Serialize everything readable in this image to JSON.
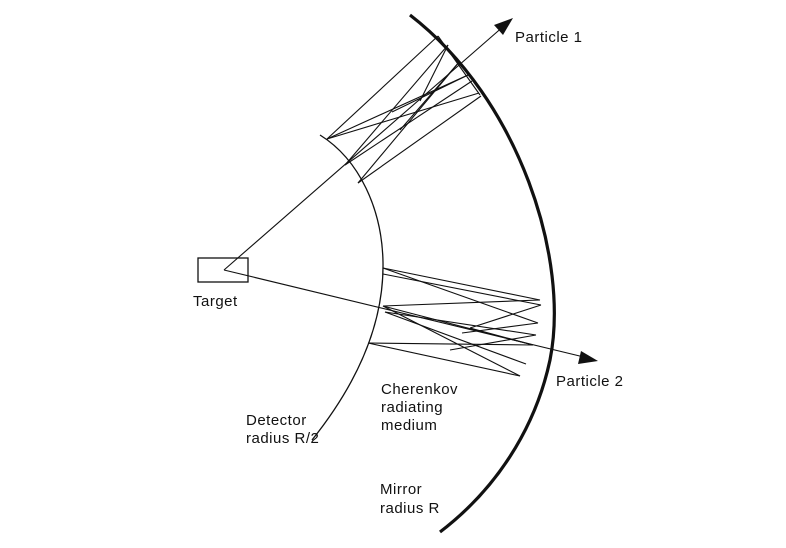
{
  "labels": {
    "particle1": "Particle 1",
    "particle2": "Particle 2",
    "target": "Target",
    "detector_line1": "Detector",
    "detector_line2": "radius R/2",
    "medium_line1": "Cherenkov",
    "medium_line2": "radiating",
    "medium_line3": "medium",
    "mirror_line1": "Mirror",
    "mirror_line2": "radius R"
  }
}
